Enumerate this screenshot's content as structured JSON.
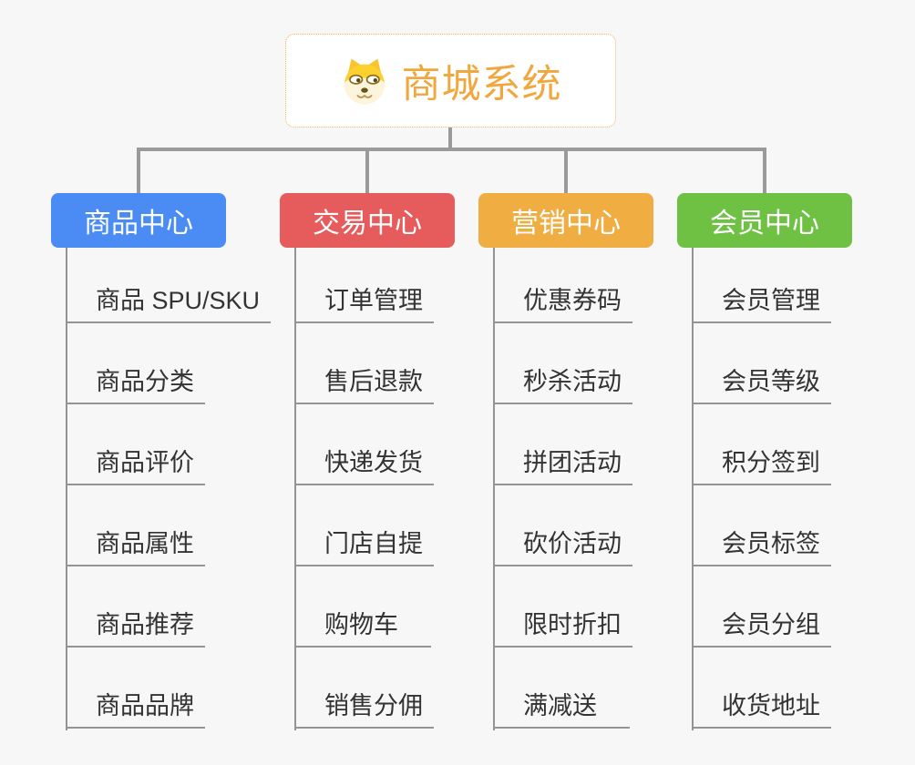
{
  "root": {
    "title": "商城系统",
    "icon": "dog-face-icon"
  },
  "branches": [
    {
      "label": "商品中心",
      "color": "#4b8cf4",
      "children": [
        "商品 SPU/SKU",
        "商品分类",
        "商品评价",
        "商品属性",
        "商品推荐",
        "商品品牌"
      ]
    },
    {
      "label": "交易中心",
      "color": "#e65c5c",
      "children": [
        "订单管理",
        "售后退款",
        "快递发货",
        "门店自提",
        "购物车",
        "销售分佣"
      ]
    },
    {
      "label": "营销中心",
      "color": "#efad42",
      "children": [
        "优惠券码",
        "秒杀活动",
        "拼团活动",
        "砍价活动",
        "限时折扣",
        "满减送"
      ]
    },
    {
      "label": "会员中心",
      "color": "#6ec143",
      "children": [
        "会员管理",
        "会员等级",
        "积分签到",
        "会员标签",
        "会员分组",
        "收货地址"
      ]
    }
  ],
  "colors": {
    "background": "#f7f7f7",
    "connector_line": "#9a9a9a",
    "sub_topic_line": "#949494",
    "sub_topic_text": "#333333",
    "root_text": "#f0a83e",
    "root_border": "#f3b14f",
    "root_background": "#ffffff"
  }
}
